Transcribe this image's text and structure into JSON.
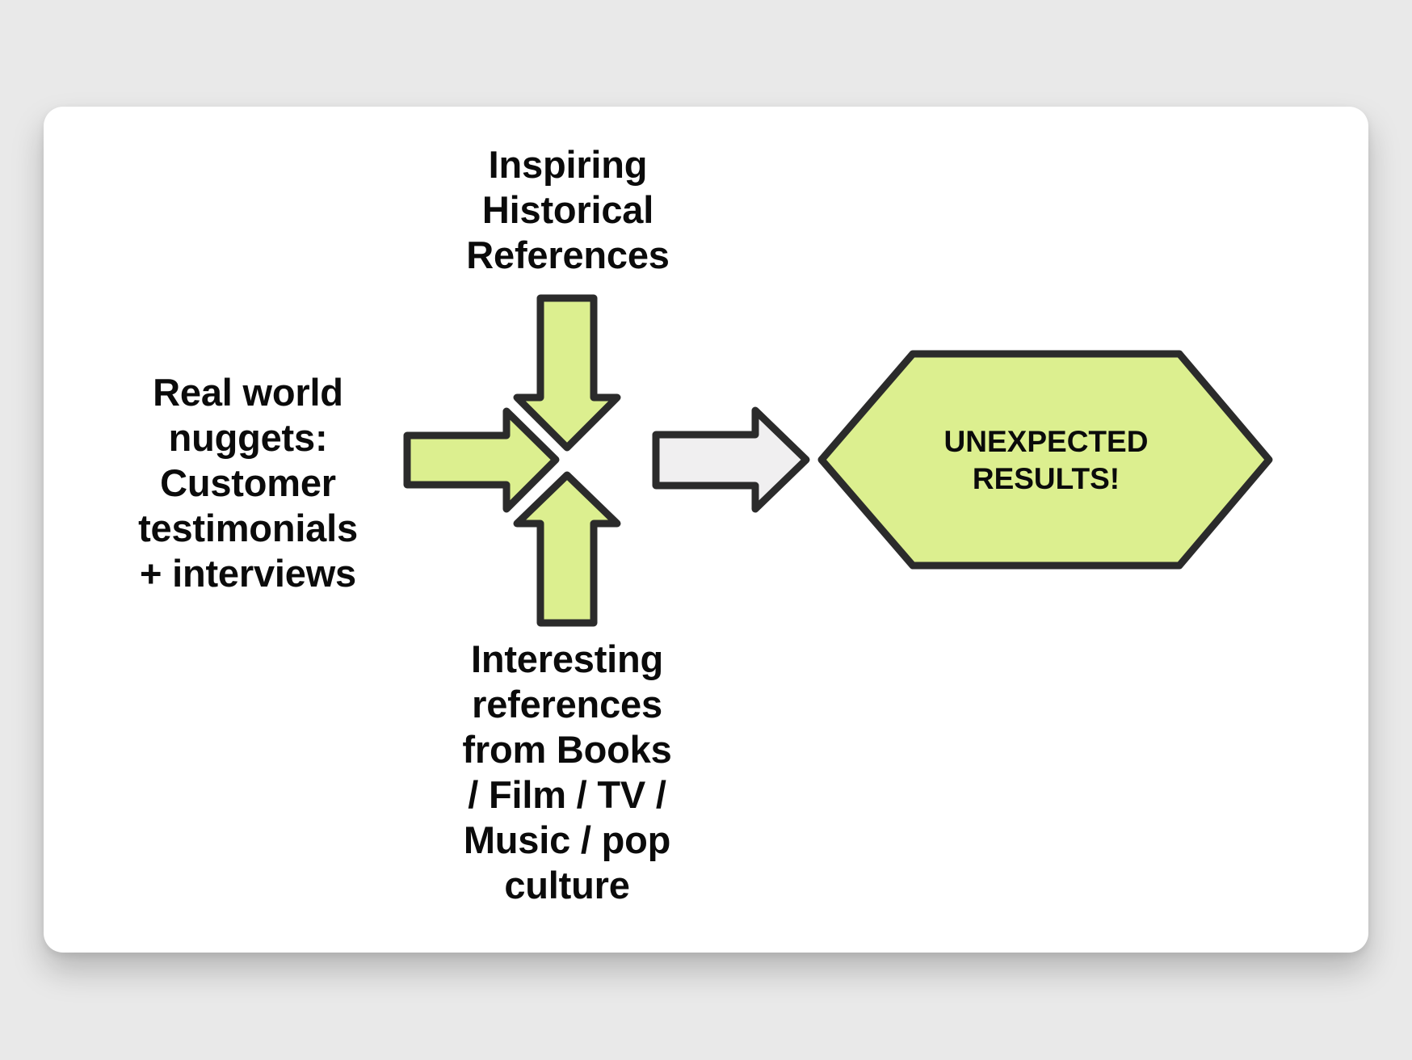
{
  "diagram": {
    "title": "",
    "inputs": [
      {
        "id": "historical",
        "label": "Inspiring\nHistorical\nReferences",
        "direction": "down"
      },
      {
        "id": "real-world",
        "label": "Real world\nnuggets:\nCustomer\ntestimonials\n+ interviews",
        "direction": "right"
      },
      {
        "id": "pop-culture",
        "label": "Interesting\nreferences\nfrom Books\n/ Film / TV /\nMusic / pop\nculture",
        "direction": "up"
      }
    ],
    "result": {
      "label": "UNEXPECTED\nRESULTS!",
      "shape": "hexagon"
    },
    "colors": {
      "background": "#E9E9E9",
      "card": "#FFFFFF",
      "accent_fill": "#DCEF8F",
      "result_arrow_fill": "#F0EFF0",
      "stroke": "#2B2B2B",
      "text": "#0B0B0B"
    }
  }
}
